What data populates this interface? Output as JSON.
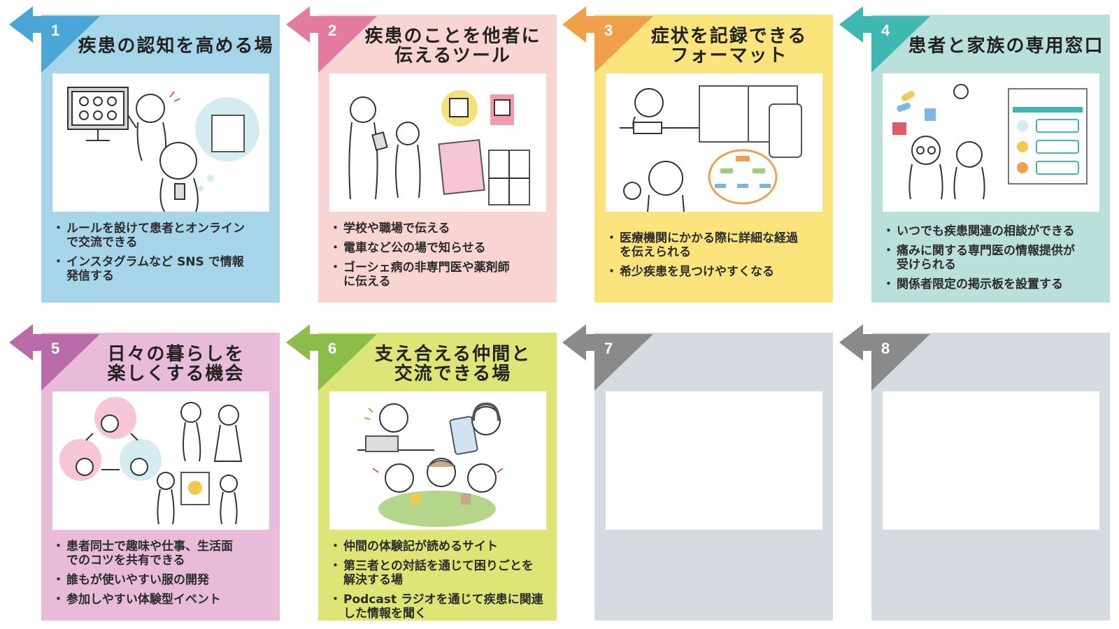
{
  "cards": [
    {
      "number": "1",
      "title": "疾患の認知を高める場",
      "accent": "#4aa6d6",
      "background": "#a6d5ea",
      "illustration": "people-online-meeting-sns-icon",
      "bullets": [
        "ルールを設けて患者とオンライン\nで交流できる",
        "インスタグラムなど SNS で情報\n発信する"
      ]
    },
    {
      "number": "2",
      "title": "疾患のことを他者に\n伝えるツール",
      "accent": "#e57aa0",
      "background": "#f8d4d2",
      "illustration": "handing-card-qr-code-icon",
      "bullets": [
        "学校や職場で伝える",
        "電車など公の場で知らせる",
        "ゴーシェ病の非専門医や薬剤師\nに伝える"
      ]
    },
    {
      "number": "3",
      "title": "症状を記録できる\nフォーマット",
      "accent": "#f0a04a",
      "background": "#fbe47c",
      "illustration": "symptom-record-flowchart-icon",
      "bullets": [
        "医療機関にかかる際に詳細な経過\nを伝えられる",
        "希少疾患を見つけやすくなる"
      ]
    },
    {
      "number": "4",
      "title": "患者と家族の専用窓口",
      "accent": "#3fb7b3",
      "background": "#b9e0da",
      "illustration": "members-bulletin-board-icon",
      "bullets": [
        "いつでも疾患関連の相談ができる",
        "痛みに関する専門医の情報提供が\n受けられる",
        "関係者限定の掲示板を設置する"
      ]
    },
    {
      "number": "5",
      "title": "日々の暮らしを\n楽しくする機会",
      "accent": "#b96aa8",
      "background": "#e8bcd8",
      "illustration": "hobbies-sharing-gallery-icon",
      "bullets": [
        "患者同士で趣味や仕事、生活面\nでのコツを共有できる",
        "誰もが使いやすい服の開発",
        "参加しやすい体験型イベント"
      ]
    },
    {
      "number": "6",
      "title": "支え合える仲間と\n交流できる場",
      "accent": "#8cbd4a",
      "background": "#dce575",
      "illustration": "friends-podcast-gathering-icon",
      "bullets": [
        "仲間の体験記が読めるサイト",
        "第三者との対話を通じて困りごとを\n解決する場",
        "Podcast ラジオを通じて疾患に関連\nした情報を聞く"
      ]
    },
    {
      "number": "7",
      "title": "",
      "accent": "#8a8a8a",
      "background": "#d6dbe1",
      "illustration": "",
      "bullets": []
    },
    {
      "number": "8",
      "title": "",
      "accent": "#8a8a8a",
      "background": "#d6dbe1",
      "illustration": "",
      "bullets": []
    }
  ]
}
